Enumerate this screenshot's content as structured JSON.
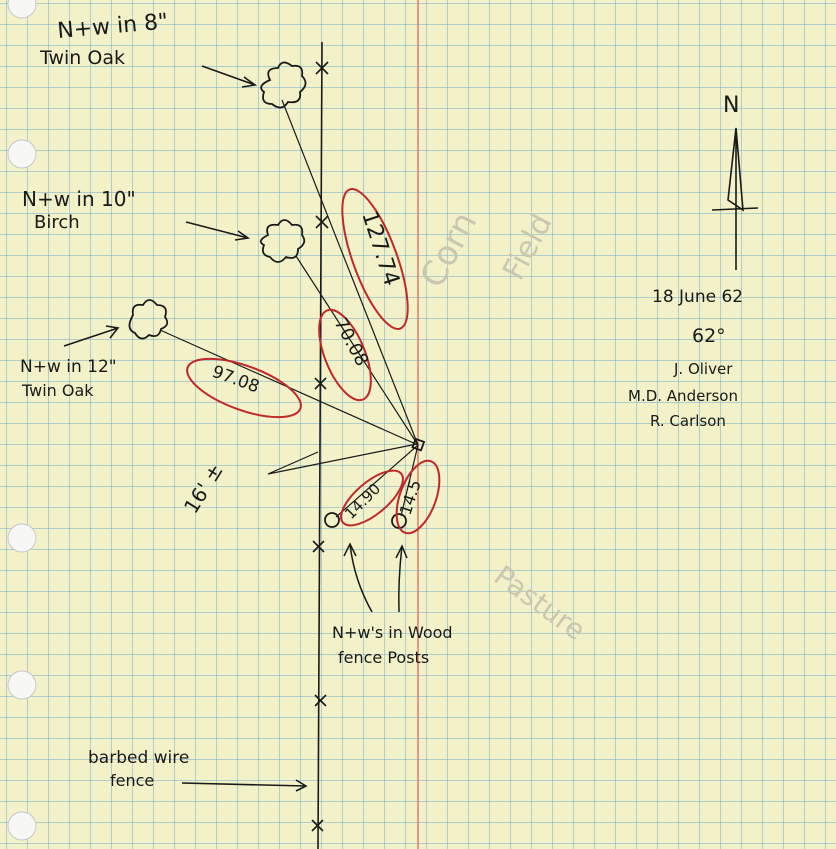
{
  "labels": {
    "tree1": {
      "line1": "N+w in 8\"",
      "line2": "Twin Oak"
    },
    "tree2": {
      "line1": "N+w in 10\"",
      "line2": "Birch"
    },
    "tree3": {
      "line1": "N+w in 12\"",
      "line2": "Twin Oak"
    },
    "posts": {
      "line1": "N+w's in Wood",
      "line2": "fence Posts"
    },
    "fence": {
      "line1": "barbed wire",
      "line2": "fence"
    },
    "north": "N",
    "date": "18 June 62",
    "temp": "62°",
    "crew": [
      "J. Oliver",
      "M.D. Anderson",
      "R. Carlson"
    ],
    "corn": "Corn",
    "field": "Field",
    "pasture": "Pasture"
  },
  "measurements": {
    "d1": "127.74",
    "d2": "70.08",
    "d3": "97.08",
    "d4": "14.90",
    "d5": "14.5",
    "offset": "16' ±"
  },
  "colors": {
    "paper": "#f3f1c8",
    "grid": "#78afcd",
    "margin_line": "#e07a6a",
    "ink": "#1a1a1a",
    "circle_red": "#c0282a"
  }
}
